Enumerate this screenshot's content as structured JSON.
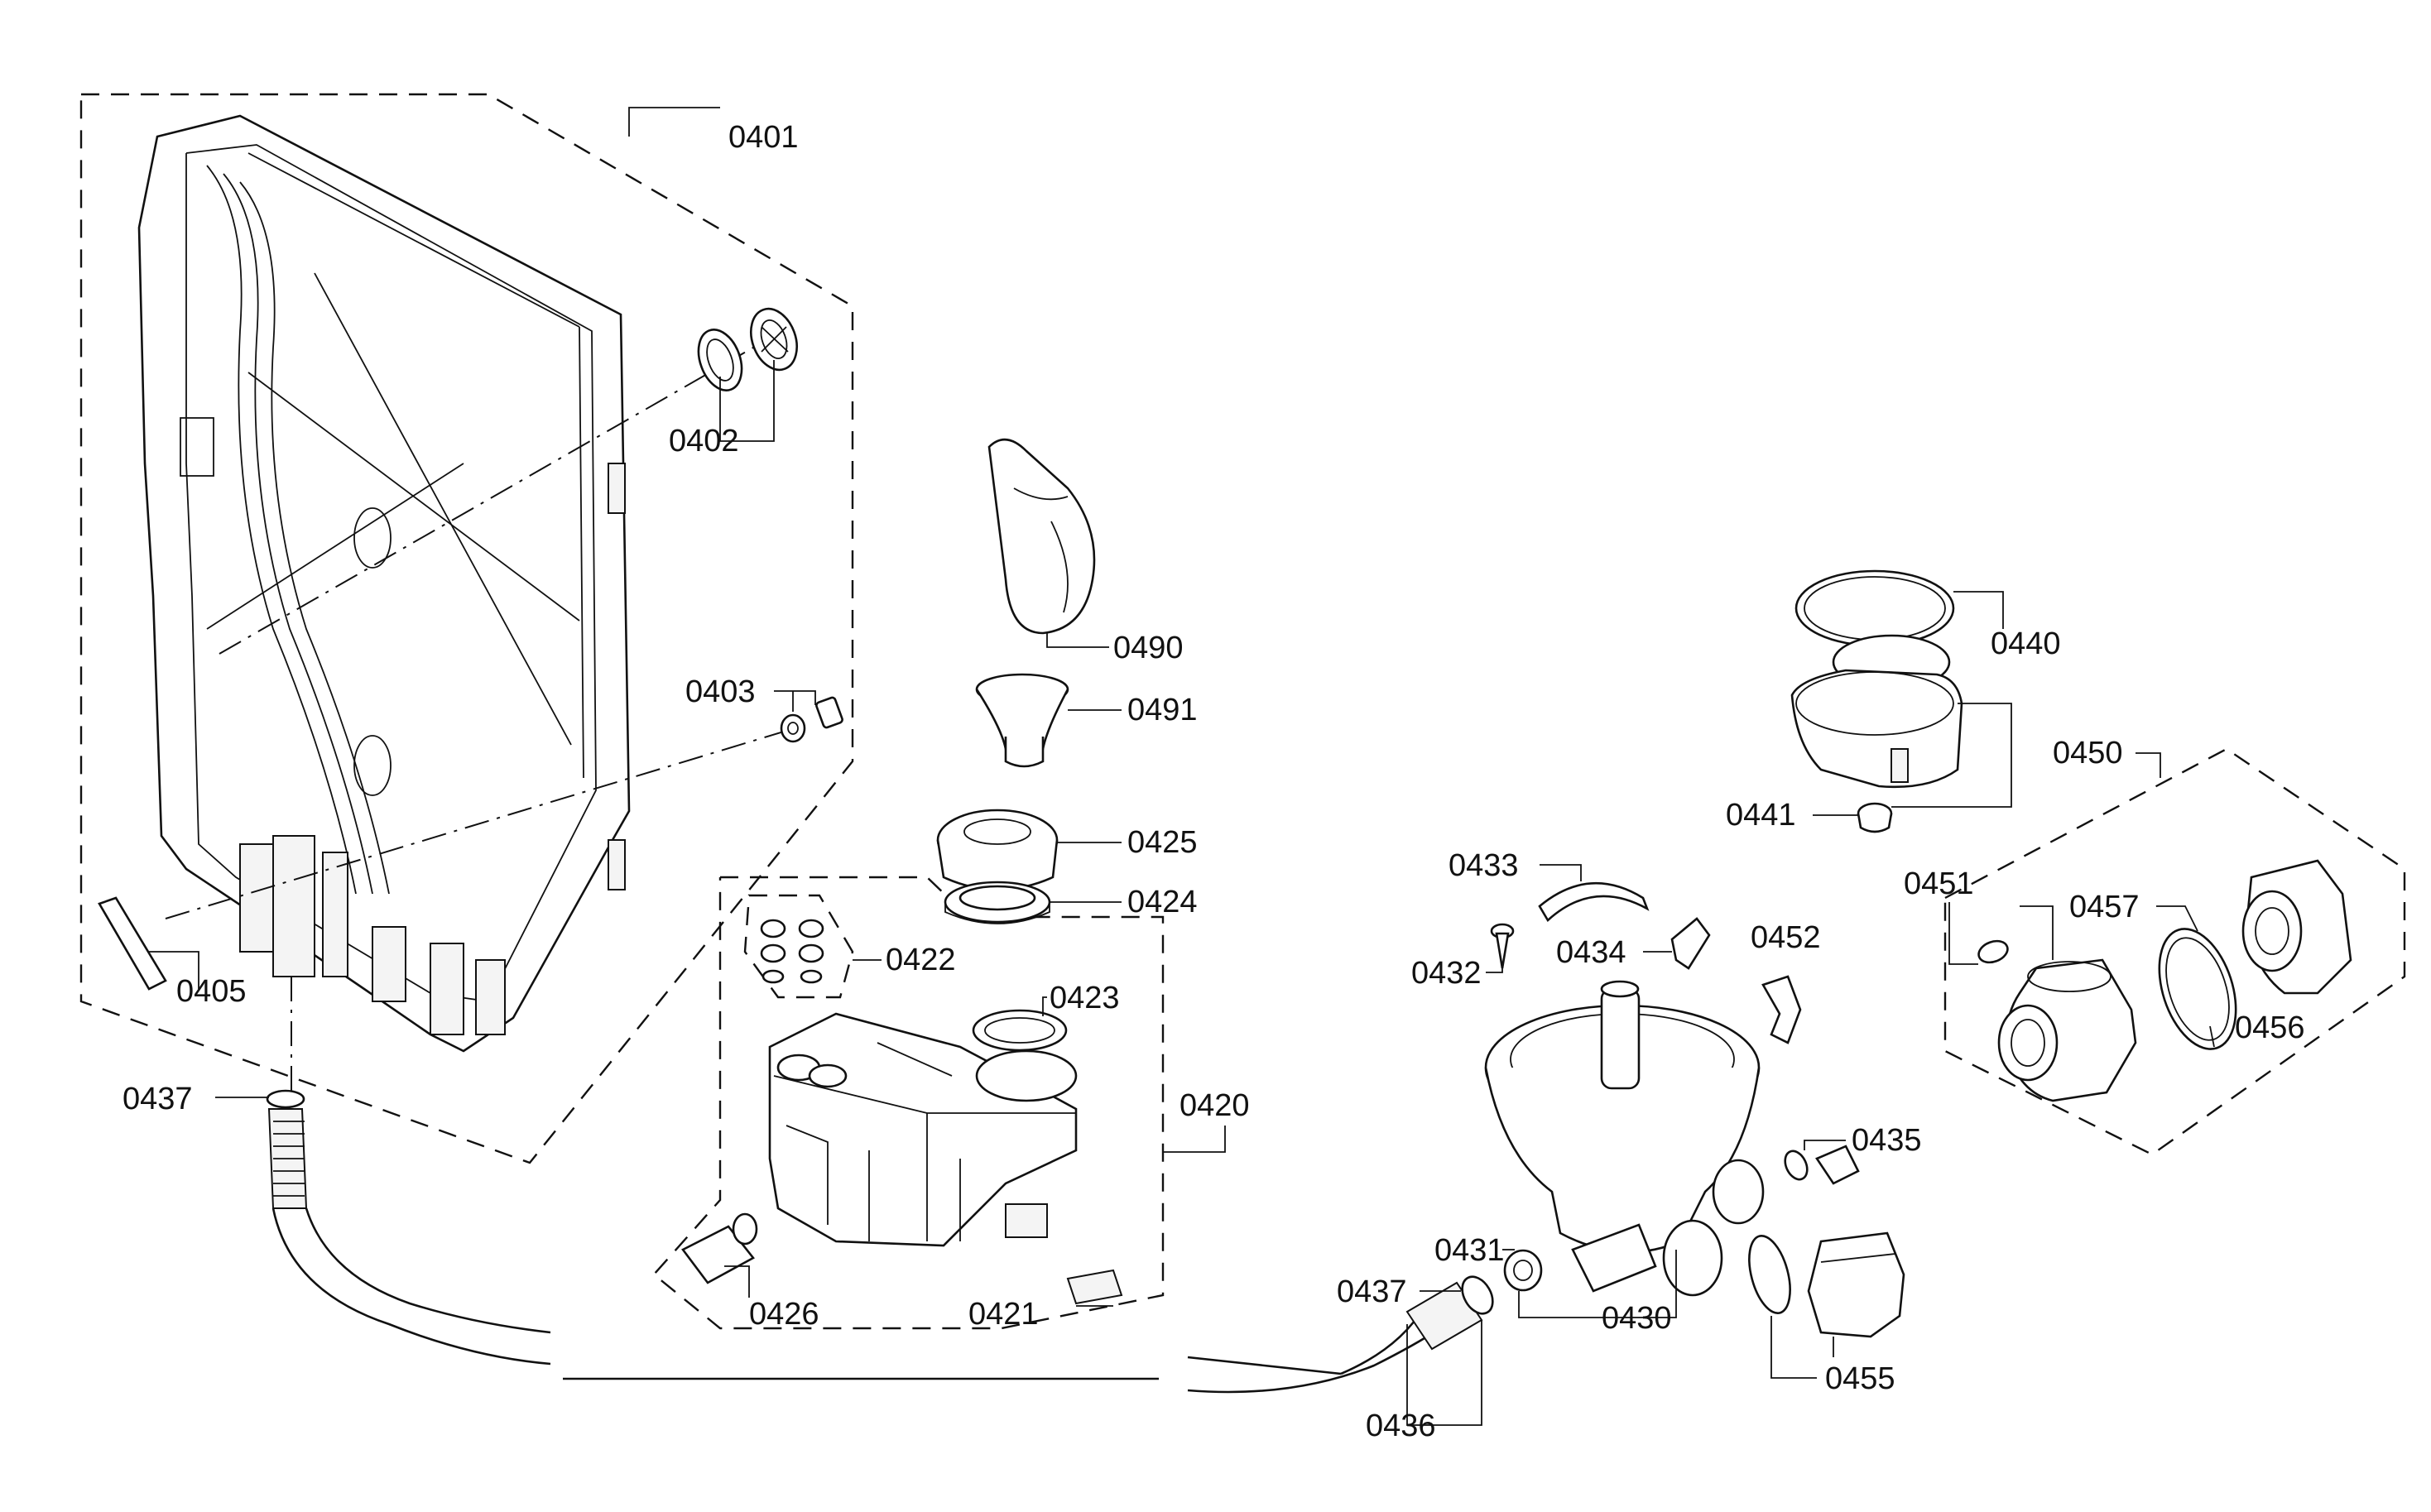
{
  "labels": {
    "l0401": "0401",
    "l0402": "0402",
    "l0403": "0403",
    "l0405": "0405",
    "l0437a": "0437",
    "l0490": "0490",
    "l0491": "0491",
    "l0425": "0425",
    "l0424": "0424",
    "l0422": "0422",
    "l0423": "0423",
    "l0420": "0420",
    "l0426": "0426",
    "l0421": "0421",
    "l0433": "0433",
    "l0432": "0432",
    "l0434": "0434",
    "l0452": "0452",
    "l0440": "0440",
    "l0441": "0441",
    "l0450": "0450",
    "l0451": "0451",
    "l0457": "0457",
    "l0456": "0456",
    "l0435": "0435",
    "l0431": "0431",
    "l0437b": "0437",
    "l0430": "0430",
    "l0455": "0455",
    "l0436": "0436"
  }
}
